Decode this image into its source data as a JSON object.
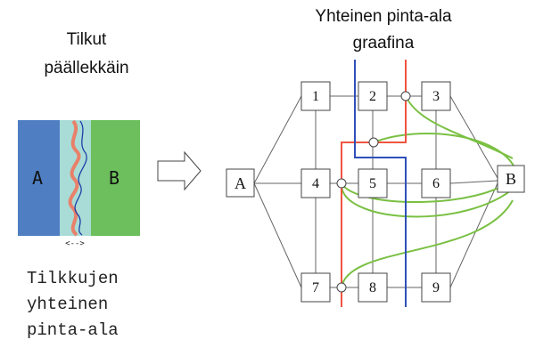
{
  "left_panel": {
    "title_line1": "Tilkut",
    "title_line2": "päällekkäin",
    "patch_a_label": "A",
    "patch_b_label": "B",
    "overlap_indicator": "<-->",
    "caption_line1": "Tilkkujen",
    "caption_line2": "yhteinen",
    "caption_line3": "pinta-ala"
  },
  "right_panel": {
    "title_line1": "Yhteinen pinta-ala",
    "title_line2": "graafina",
    "node_a": "A",
    "node_b": "B",
    "grid_nodes": [
      "1",
      "2",
      "3",
      "4",
      "5",
      "6",
      "7",
      "8",
      "9"
    ]
  },
  "colors": {
    "patch_a": "#4f7ec2",
    "patch_overlap": "#a9dcd6",
    "patch_b": "#6cbf5c",
    "seam_blue": "#1d3fa8",
    "seam_red": "#e8806a",
    "path_green": "#7ac043",
    "path_red": "#ef5440",
    "path_blue": "#2f4fb8",
    "edge_gray": "#666666"
  },
  "icons": {
    "transition_arrow": "right-arrow-icon"
  }
}
